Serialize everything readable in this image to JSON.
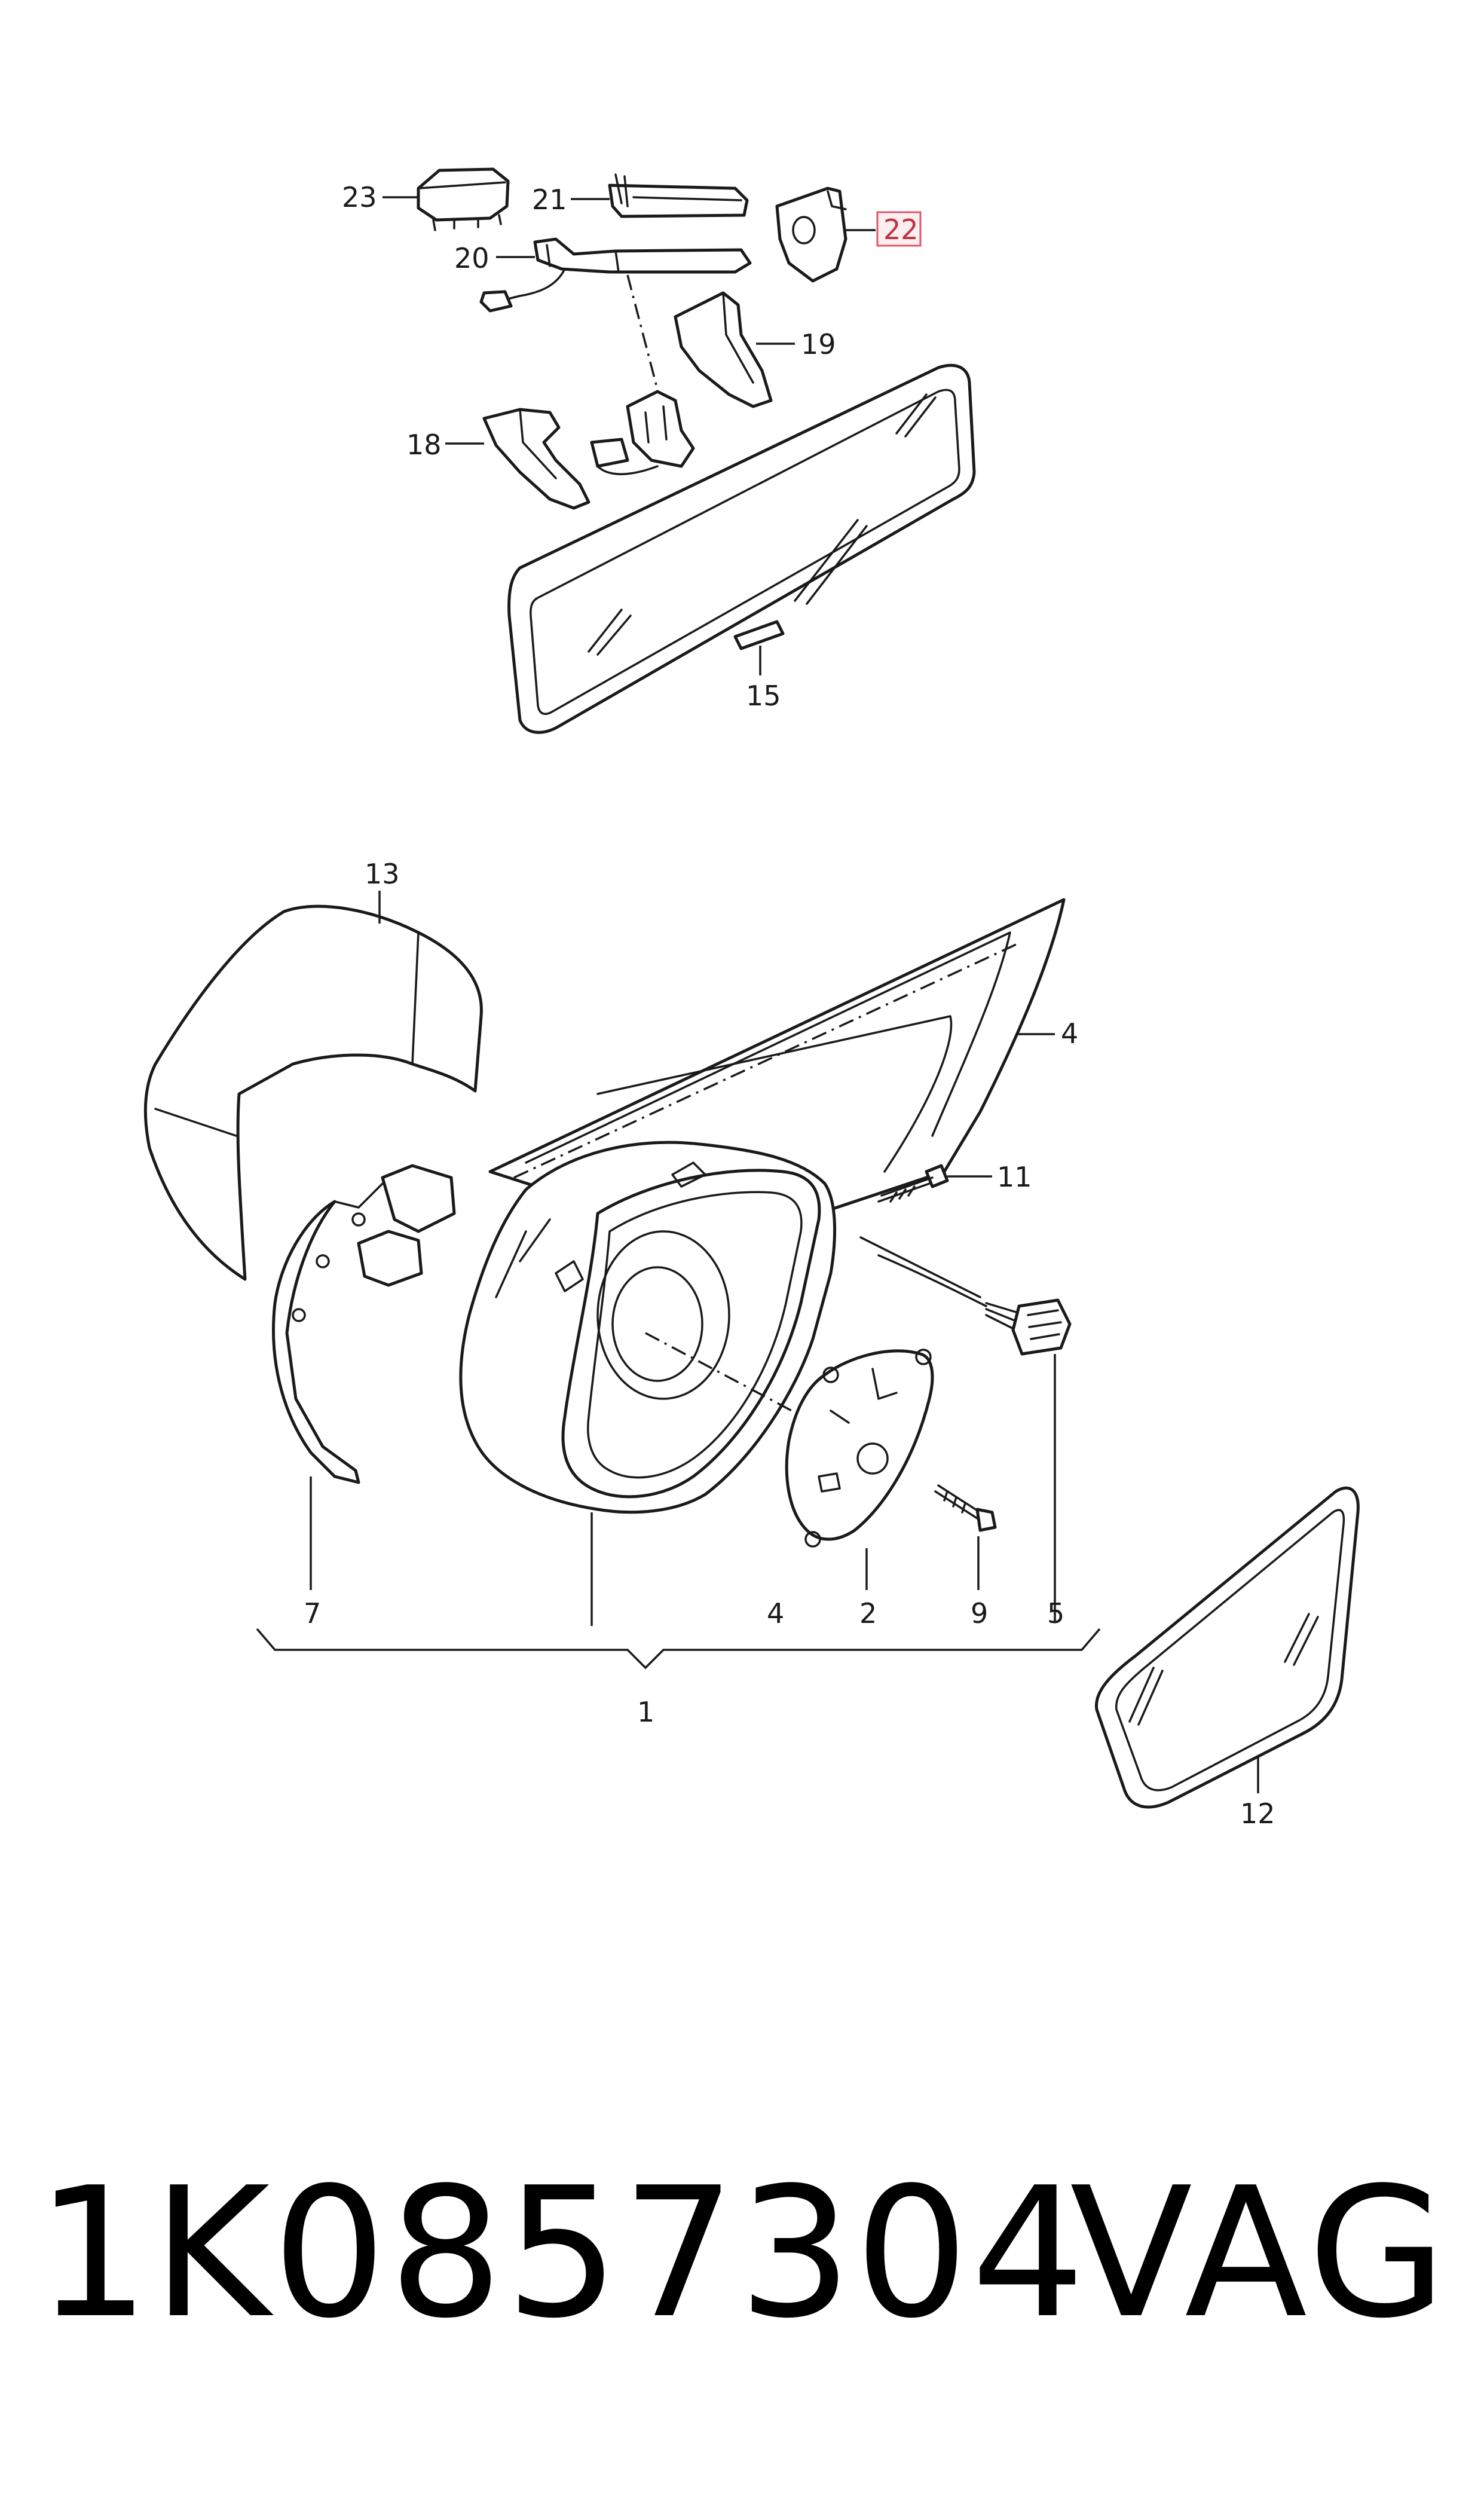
{
  "diagram": {
    "labels": {
      "p23": "23",
      "p21": "21",
      "p22": "22",
      "p20": "20",
      "p19": "19",
      "p18": "18",
      "p15": "15",
      "p13": "13",
      "p4a": "4",
      "p11": "11",
      "p7": "7",
      "p4b": "4",
      "p2": "2",
      "p9": "9",
      "p5": "5",
      "p1": "1",
      "p12": "12"
    },
    "highlight_color": "#e0556a"
  },
  "footer": {
    "part_number": "1K0857304",
    "brand": "VAG"
  }
}
